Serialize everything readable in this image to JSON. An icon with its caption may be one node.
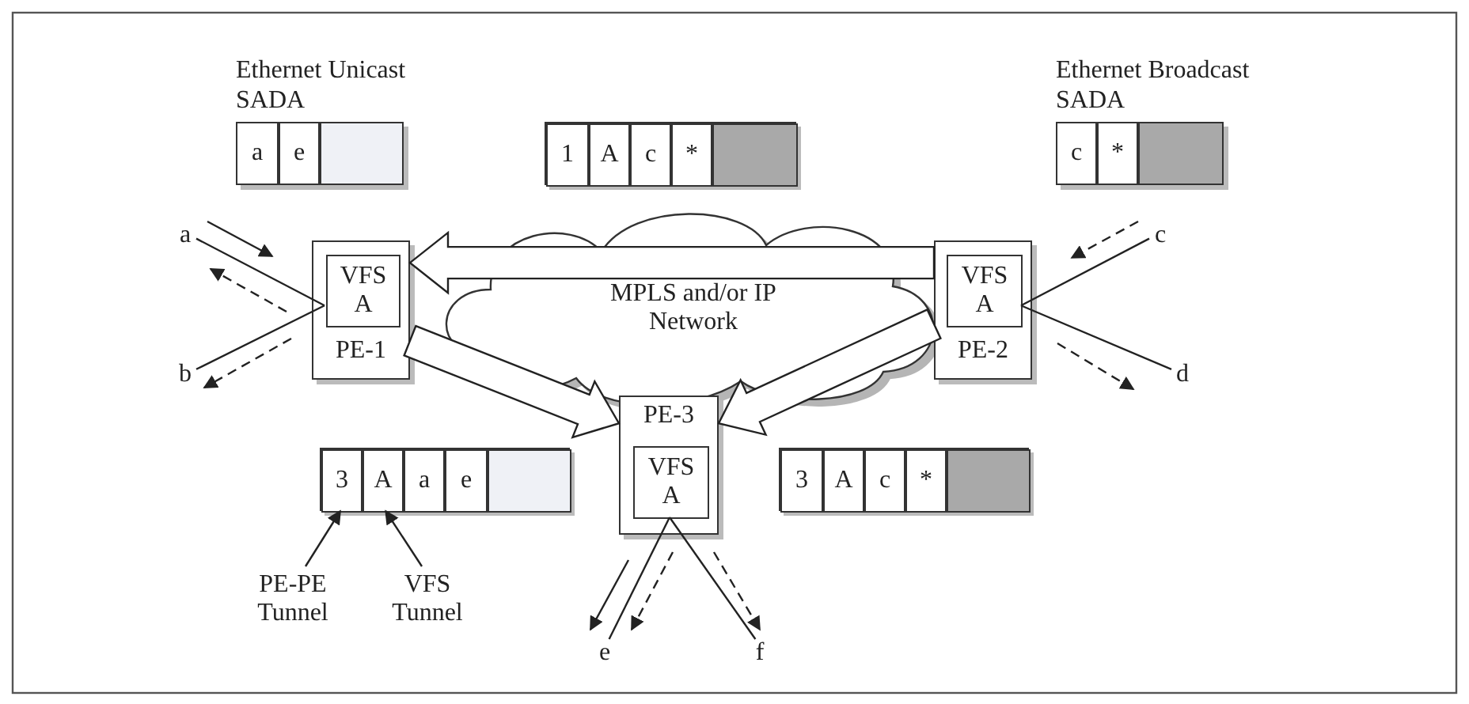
{
  "diagram": {
    "nodes": [
      {
        "text": [
          "Ethernet Unicast SADA"
        ]
      },
      {
        "text": [
          "a"
        ],
        "in": 0
      },
      {
        "text": [
          "e"
        ],
        "in": 0
      },
      {
        "text": [],
        "shape": "box",
        "in": 0
      },
      {
        "text": [],
        "shape": "box"
      },
      {
        "text": [
          "1"
        ],
        "in": 4
      },
      {
        "text": [
          "A"
        ],
        "in": 4
      },
      {
        "text": [
          "c"
        ],
        "in": 4
      },
      {
        "text": [
          "*"
        ],
        "in": 4
      },
      {
        "text": [],
        "shape": "box",
        "in": 4
      },
      {
        "text": [
          "Ethernet Broadcast SADA"
        ]
      },
      {
        "text": [
          "c"
        ],
        "in": 10
      },
      {
        "text": [
          "*"
        ],
        "in": 10
      },
      {
        "text": [],
        "shape": "box",
        "in": 10
      },
      {
        "text": [
          "MPLS and/or IP Network"
        ]
      },
      {
        "text": [
          "PE-1"
        ]
      },
      {
        "text": [
          "VFS A"
        ],
        "in": 15
      },
      {
        "text": [
          "PE-2"
        ]
      },
      {
        "text": [
          "VFS A"
        ],
        "in": 17
      },
      {
        "text": [
          "PE-3"
        ]
      },
      {
        "text": [
          "VFS A"
        ],
        "in": 19
      },
      {
        "text": [
          "a"
        ]
      },
      {
        "text": [
          "b"
        ]
      },
      {
        "text": [
          "c"
        ]
      },
      {
        "text": [
          "d"
        ]
      },
      {
        "text": [],
        "shape": "box"
      },
      {
        "text": [
          "3"
        ],
        "in": 25
      },
      {
        "text": [
          "A"
        ],
        "in": 25
      },
      {
        "text": [
          "a"
        ],
        "in": 25
      },
      {
        "text": [
          "e"
        ],
        "in": 25
      },
      {
        "text": [],
        "shape": "box",
        "in": 25
      },
      {
        "text": [],
        "shape": "box"
      },
      {
        "text": [
          "3"
        ],
        "in": 31
      },
      {
        "text": [
          "A"
        ],
        "in": 31
      },
      {
        "text": [
          "c"
        ],
        "in": 31
      },
      {
        "text": [
          "*"
        ],
        "in": 31
      },
      {
        "text": [],
        "shape": "box",
        "in": 31
      },
      {
        "text": [
          "PE-PE Tunnel"
        ]
      },
      {
        "text": [
          "VFS Tunnel"
        ]
      },
      {
        "text": [
          "e"
        ]
      },
      {
        "text": [
          "f"
        ]
      }
    ],
    "edges": [
      {
        "from": 17,
        "to": 15,
        "arrow": "to",
        "style": "thick"
      },
      {
        "from": 15,
        "to": 19,
        "arrow": "to",
        "style": "thick"
      },
      {
        "from": 17,
        "to": 19,
        "arrow": "to",
        "style": "thick"
      },
      {
        "from": 21,
        "to": 16,
        "arrow": "none"
      },
      {
        "from": 22,
        "to": 16,
        "arrow": "none"
      },
      {
        "from": 23,
        "to": 18,
        "arrow": "none"
      },
      {
        "from": 24,
        "to": 18,
        "arrow": "none"
      },
      {
        "from": 39,
        "to": 20,
        "arrow": "none"
      },
      {
        "from": 40,
        "to": 20,
        "arrow": "none"
      },
      {
        "from": 37,
        "to": 26,
        "arrow": "to"
      },
      {
        "from": 38,
        "to": 27,
        "arrow": "to"
      }
    ]
  }
}
